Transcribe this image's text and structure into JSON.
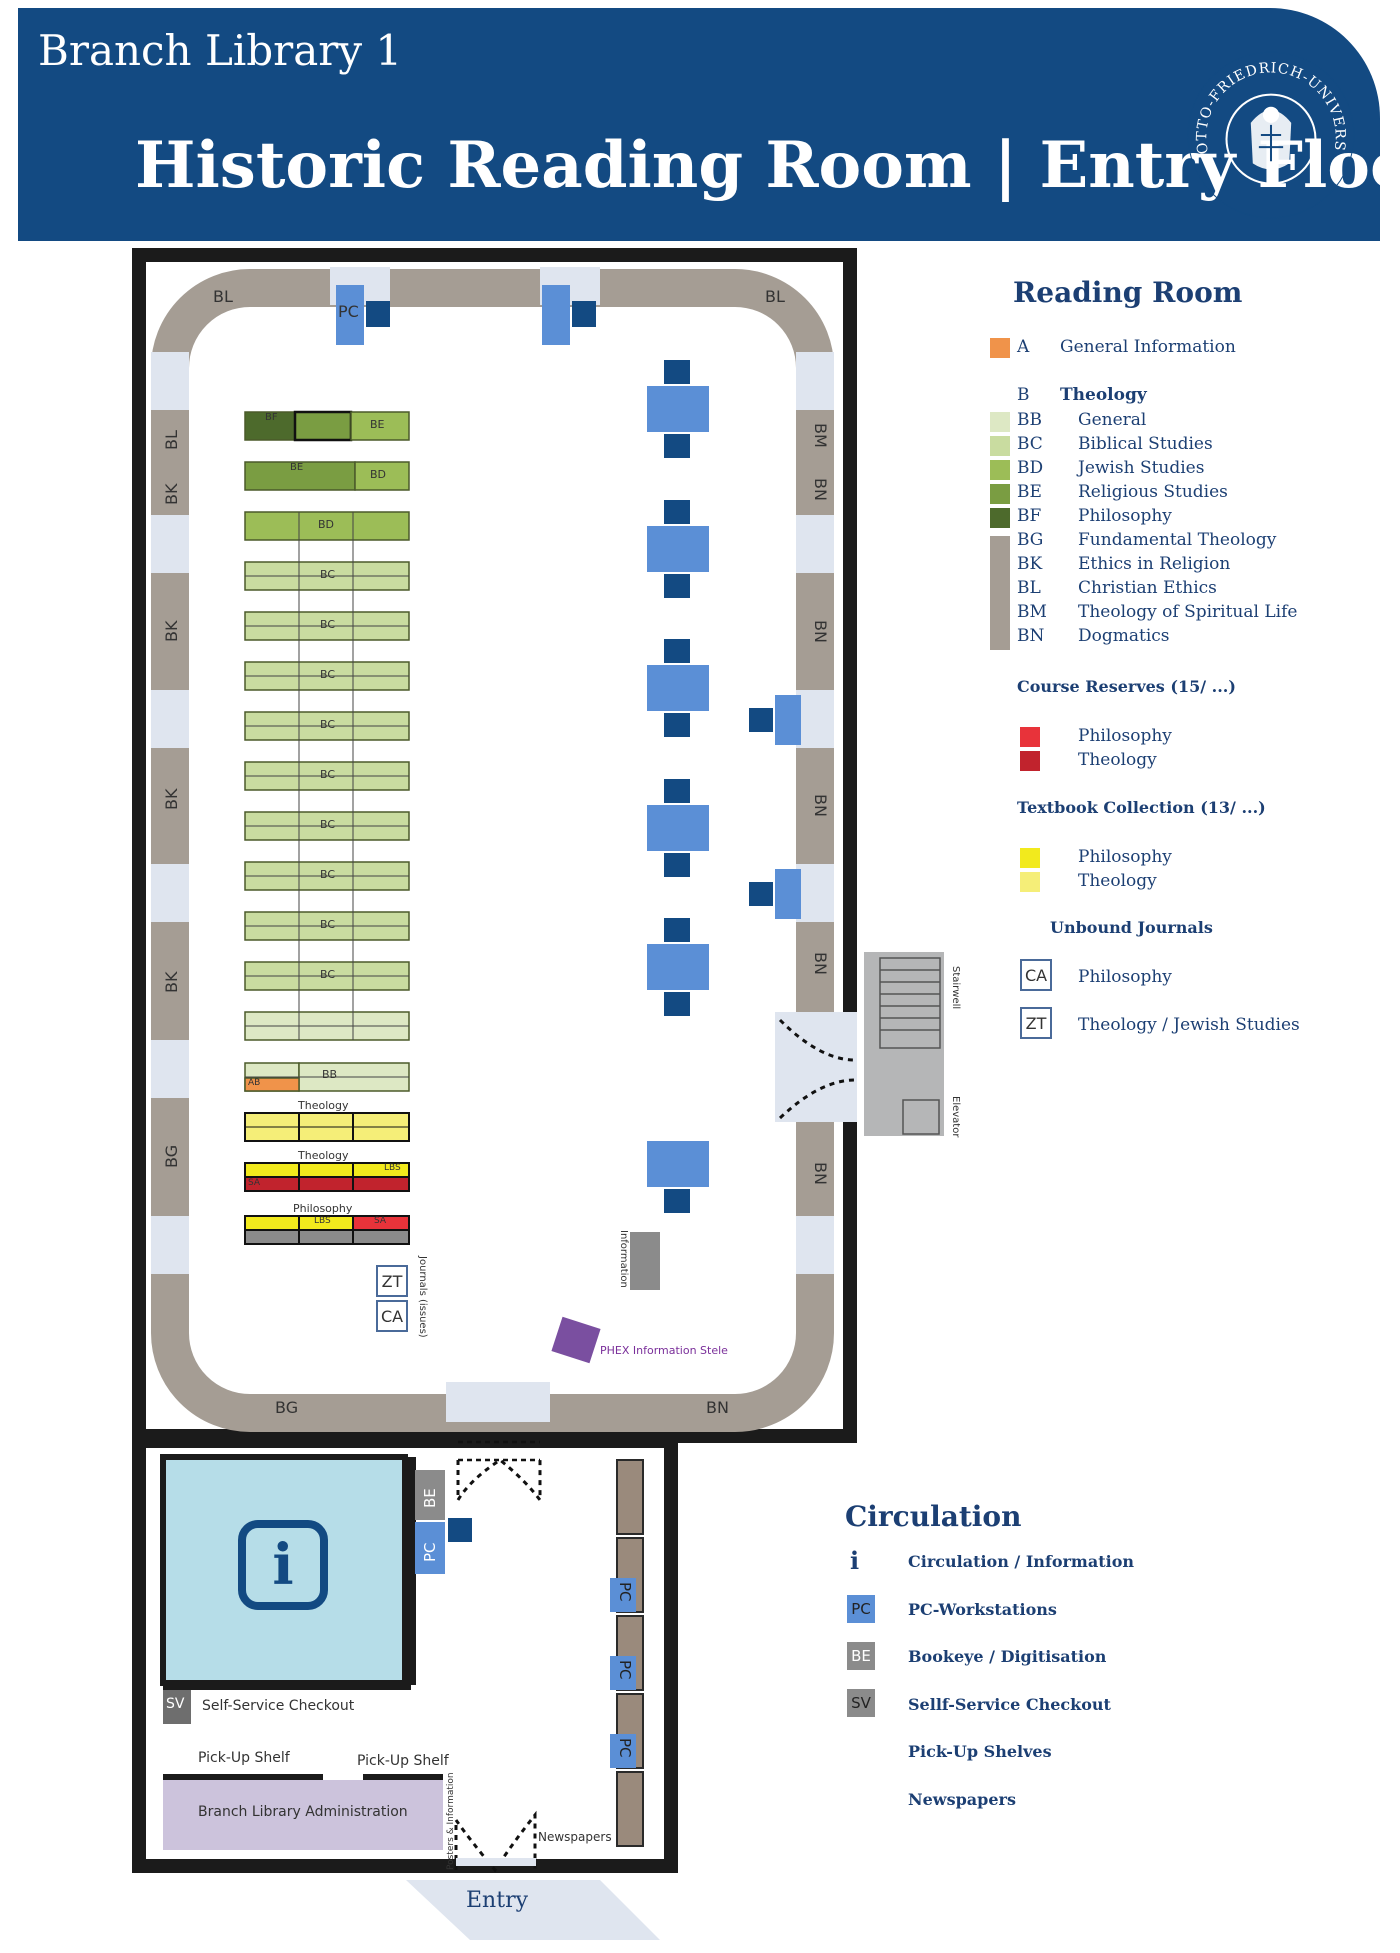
{
  "header": {
    "branch": "Branch Library 1",
    "title": "Historic Reading Room | Entry Floor",
    "seal_text": "OTTO-FRIEDRICH-UNIVERSITÄT BAMBERG"
  },
  "plan": {
    "wall_labels": {
      "bl_top_left": "BL",
      "bl_top_right": "BL",
      "bl_left": "BL",
      "bk_left_1": "BK",
      "bk_left_2": "BK",
      "bk_left_3": "BK",
      "bk_left_4": "BK",
      "bg_left": "BG",
      "bm_right": "BM",
      "bn_right_1": "BN",
      "bn_right_2": "BN",
      "bn_right_3": "BN",
      "bn_right_4": "BN",
      "bn_right_5": "BN",
      "bg_bottom": "BG",
      "bn_bottom": "BN"
    },
    "pc_top": "PC",
    "shelf_labels": {
      "s1a": "BF",
      "s1b": "BE",
      "s2a": "BE",
      "s2b": "BD",
      "s3": "BD",
      "bc": "BC",
      "ab": "AB",
      "bb": "BB",
      "theology_1": "Theology",
      "theology_2": "Theology",
      "philosophy": "Philosophy",
      "lbs_1": "LBS",
      "sa_1": "SA",
      "lbs_2": "LBS",
      "sa_2": "SA"
    },
    "journals_zt": "ZT",
    "journals_ca": "CA",
    "journals_label": "Journals (issues)",
    "information": "Information",
    "phex": "PHEX Information Stele",
    "stairwell": "Stairwell",
    "elevator": "Elevator",
    "lower": {
      "be": "BE",
      "pc": "PC",
      "pc_right_1": "PC",
      "pc_right_2": "PC",
      "pc_right_3": "PC",
      "sv": "SV",
      "self_service": "Self-Service Checkout",
      "pickup_1": "Pick-Up Shelf",
      "pickup_2": "Pick-Up Shelf",
      "admin": "Branch Library Administration",
      "posters": "Posters & Information",
      "newspapers": "Newspapers",
      "entry": "Entry",
      "info_icon": "i"
    }
  },
  "legend_reading": {
    "title": "Reading Room",
    "general": {
      "code": "A",
      "label": "General Information",
      "color": "#f0934a"
    },
    "theology_header": {
      "code": "B",
      "label": "Theology"
    },
    "items": [
      {
        "code": "BB",
        "label": "General",
        "color": "#dde8c4"
      },
      {
        "code": "BC",
        "label": "Biblical Studies",
        "color": "#c9dca0"
      },
      {
        "code": "BD",
        "label": "Jewish Studies",
        "color": "#9cbd57"
      },
      {
        "code": "BE",
        "label": "Religious Studies",
        "color": "#7a9d42"
      },
      {
        "code": "BF",
        "label": "Philosophy",
        "color": "#4d6a2c"
      },
      {
        "code": "BG",
        "label": "Fundamental Theology"
      },
      {
        "code": "BK",
        "label": "Ethics in Religion"
      },
      {
        "code": "BL",
        "label": "Christian Ethics"
      },
      {
        "code": "BM",
        "label": "Theology of Spiritual Life"
      },
      {
        "code": "BN",
        "label": "Dogmatics"
      }
    ],
    "wall_color": "#a59d94",
    "course_reserves": {
      "title": "Course Reserves (15/ ...)",
      "items": [
        {
          "label": "Philosophy",
          "color": "#e8333a"
        },
        {
          "label": "Theology",
          "color": "#c1232d"
        }
      ]
    },
    "textbook": {
      "title": "Textbook Collection (13/ ...)",
      "items": [
        {
          "label": "Philosophy",
          "color": "#f2ea1d"
        },
        {
          "label": "Theology",
          "color": "#f5ee78"
        }
      ]
    },
    "journals": {
      "title": "Unbound Journals",
      "items": [
        {
          "code": "CA",
          "label": "Philosophy"
        },
        {
          "code": "ZT",
          "label": "Theology / Jewish Studies"
        }
      ]
    }
  },
  "legend_circulation": {
    "title": "Circulation",
    "items": [
      {
        "code": "i",
        "label": "Circulation / Information"
      },
      {
        "code": "PC",
        "label": "PC-Workstations",
        "color": "#5b8fd6"
      },
      {
        "code": "BE",
        "label": "Bookeye / Digitisation",
        "color": "#8b8b8b"
      },
      {
        "code": "SV",
        "label": "Sellf-Service Checkout",
        "color": "#8b8b8b"
      },
      {
        "code": "",
        "label": "Pick-Up Shelves"
      },
      {
        "code": "",
        "label": "Newspapers"
      }
    ]
  }
}
